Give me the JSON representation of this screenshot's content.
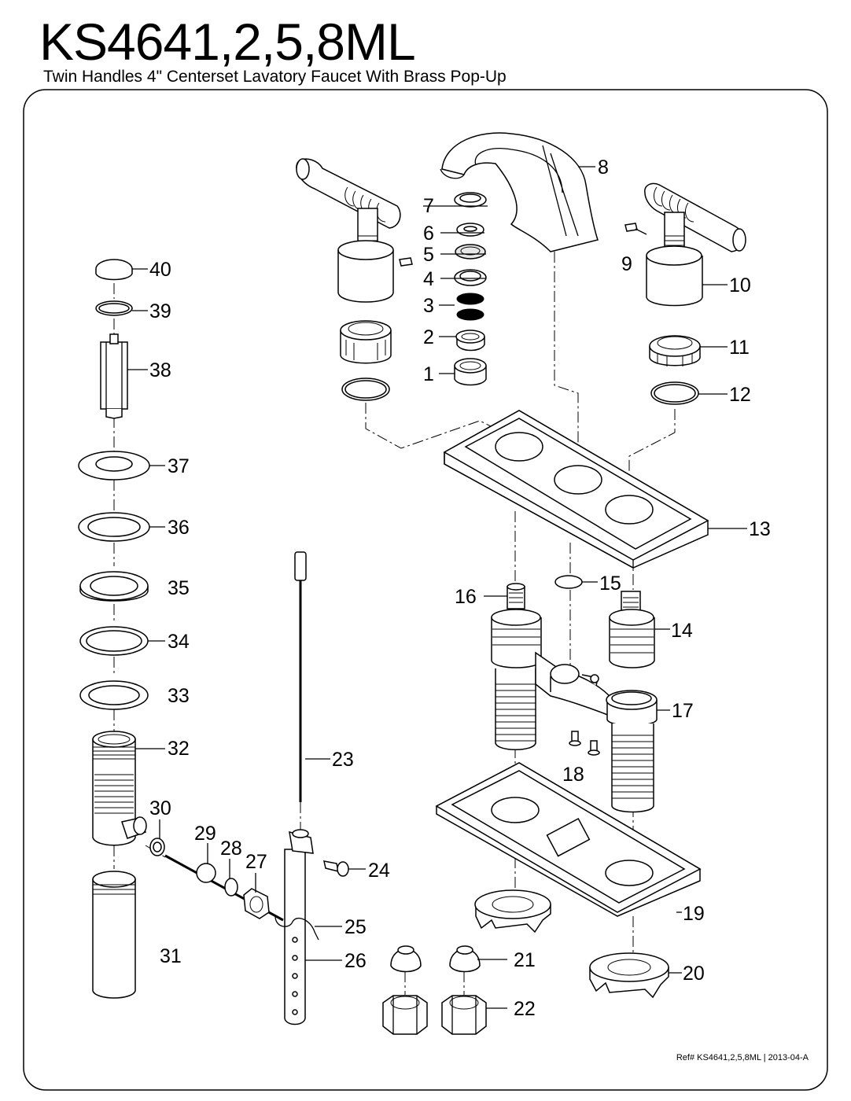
{
  "header": {
    "title": "KS4641,2,5,8ML",
    "subtitle": "Twin Handles 4\" Centerset Lavatory Faucet With Brass Pop-Up"
  },
  "parts": [
    {
      "number": "1"
    },
    {
      "number": "2"
    },
    {
      "number": "3"
    },
    {
      "number": "4"
    },
    {
      "number": "5"
    },
    {
      "number": "6"
    },
    {
      "number": "7"
    },
    {
      "number": "8"
    },
    {
      "number": "9"
    },
    {
      "number": "10"
    },
    {
      "number": "11"
    },
    {
      "number": "12"
    },
    {
      "number": "13"
    },
    {
      "number": "14"
    },
    {
      "number": "15"
    },
    {
      "number": "16"
    },
    {
      "number": "17"
    },
    {
      "number": "18"
    },
    {
      "number": "19"
    },
    {
      "number": "20"
    },
    {
      "number": "21"
    },
    {
      "number": "22"
    },
    {
      "number": "23"
    },
    {
      "number": "24"
    },
    {
      "number": "25"
    },
    {
      "number": "26"
    },
    {
      "number": "27"
    },
    {
      "number": "28"
    },
    {
      "number": "29"
    },
    {
      "number": "30"
    },
    {
      "number": "31"
    },
    {
      "number": "32"
    },
    {
      "number": "33"
    },
    {
      "number": "34"
    },
    {
      "number": "35"
    },
    {
      "number": "36"
    },
    {
      "number": "37"
    },
    {
      "number": "38"
    },
    {
      "number": "39"
    },
    {
      "number": "40"
    }
  ],
  "footer": {
    "reference": "Ref# KS4641,2,5,8ML | 2013-04-A"
  }
}
